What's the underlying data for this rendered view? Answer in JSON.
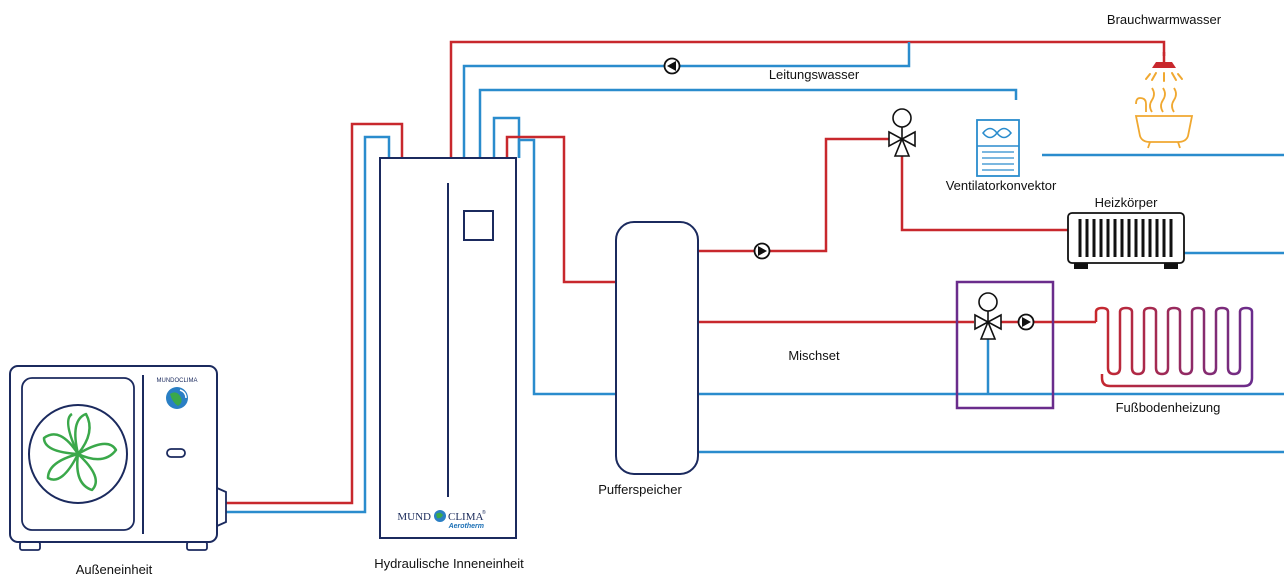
{
  "labels": {
    "outdoor_unit": "Außeneinheit",
    "indoor_unit": "Hydraulische Inneneinheit",
    "buffer_tank": "Pufferspeicher",
    "mixing_set": "Mischset",
    "fan_coil": "Ventilatorkonvektor",
    "radiator": "Heizkörper",
    "underfloor_heating": "Fußbodenheizung",
    "domestic_hot_water": "Brauchwarmwasser",
    "tap_water": "Leitungswasser"
  },
  "brand": {
    "name_left": "MUND",
    "name_right": "CLIMA",
    "trademark": "®",
    "sub": "Aerotherm",
    "logo_text": "MUNDOCLIMA"
  },
  "colors": {
    "supply": "#c8282d",
    "return": "#2a8ccd",
    "outline": "#1b2a5e",
    "mixing_set": "#6a2c8c",
    "fan": "#3aa84a",
    "dhw": "#f0a830"
  }
}
